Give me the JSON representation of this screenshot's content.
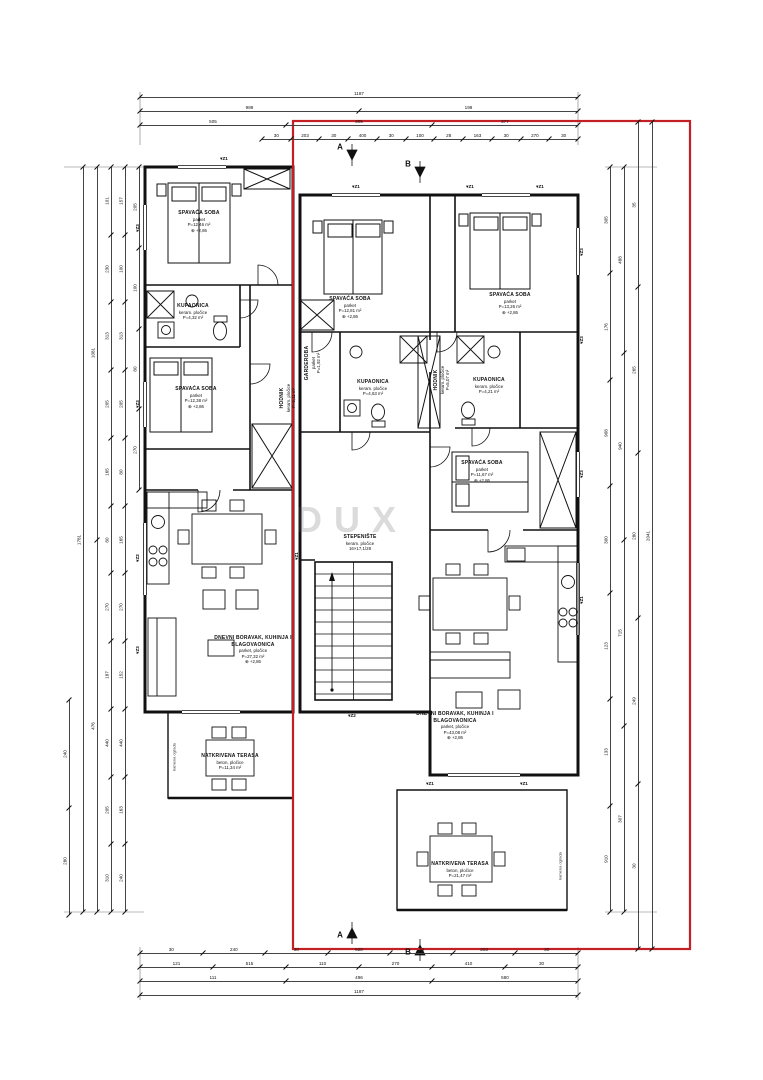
{
  "sheet": {
    "watermark": "DUX"
  },
  "boundary": {
    "color": "#c32026"
  },
  "sections": {
    "a": "A",
    "b": "B"
  },
  "edge_note": "kamena ograda",
  "rooms": [
    {
      "name": "SPAVAĆA SOBA",
      "finish": "parket",
      "area": "P=12,46 m²",
      "elev": "+2,86"
    },
    {
      "name": "KUPAONICA",
      "finish": "keram. pločice",
      "area": "P=4,32 m²"
    },
    {
      "name": "SPAVAĆA SOBA",
      "finish": "parket",
      "area": "P=12,38 m²",
      "elev": "+2,86"
    },
    {
      "name": "HODNIK",
      "finish": "keram. pločice",
      "area": "P=6,11 m²"
    },
    {
      "name": "SPAVAĆA SOBA",
      "finish": "parket",
      "area": "P=12,81 m²",
      "elev": "+2,86"
    },
    {
      "name": "KUPAONICA",
      "finish": "keram. pločice",
      "area": "P=4,63 m²"
    },
    {
      "name": "HODNIK",
      "finish": "keram. pločice",
      "area": "P=5,07 m²"
    },
    {
      "name": "KUPAONICA",
      "finish": "keram. pločice",
      "area": "P=4,21 m²"
    },
    {
      "name": "SPAVAĆA SOBA",
      "finish": "parket",
      "area": "P=13,26 m²",
      "elev": "+2,86"
    },
    {
      "name": "SPAVAĆA SOBA",
      "finish": "parket",
      "area": "P=11,67 m²",
      "elev": "+2,86"
    },
    {
      "name": "DNEVNI BORAVAK, KUHINJA I BLAGOVAONICA",
      "finish": "parket, pločice",
      "area": "P=27,32 m²",
      "elev": "+2,86"
    },
    {
      "name": "STEPENIŠTE",
      "finish": "keram. pločice",
      "note": "16×17,1/28"
    },
    {
      "name": "DNEVNI BORAVAK, KUHINJA I BLAGOVAONICA",
      "finish": "parket, pločice",
      "area": "P=43,08 m²",
      "elev": "+2,86"
    },
    {
      "name": "NATKRIVENA TERASA",
      "finish": "beton, pločice",
      "area": "P=11,34 m²"
    },
    {
      "name": "NATKRIVENA TERASA",
      "finish": "beton, pločice",
      "area": "P=21,47 m²"
    },
    {
      "name": "GARDEROBA",
      "finish": "parket",
      "area": "P=1,92 m²"
    }
  ],
  "zmarks": [
    "Z1",
    "Z1",
    "Z1",
    "Z1",
    "Z3",
    "Z3",
    "Z2",
    "Z3",
    "Z1",
    "Z3",
    "Z3",
    "Z1",
    "Z3",
    "Z2",
    "Z1",
    "Z1"
  ],
  "dims": {
    "t1": [
      "1187"
    ],
    "t2": [
      "989",
      "198"
    ],
    "t3": [
      "505",
      "305",
      "377"
    ],
    "t4": [
      "30",
      "203",
      "30",
      "400",
      "30",
      "100",
      "28",
      "163",
      "30",
      "270",
      "30"
    ],
    "b1": [
      "30",
      "240",
      "30",
      "620",
      "30",
      "203",
      "30"
    ],
    "b2": [
      "121",
      "515",
      "110",
      "270",
      "410",
      "30"
    ],
    "b3": [
      "111",
      "496",
      "580"
    ],
    "b4": [
      "1187"
    ],
    "l1": [
      "240",
      "280"
    ],
    "l2": [
      "1781"
    ],
    "l3": [
      "1081",
      "476"
    ],
    "l4": [
      "101",
      "230",
      "313",
      "205",
      "165",
      "80",
      "270",
      "187",
      "440",
      "205",
      "310"
    ],
    "l5": [
      "157",
      "100",
      "313",
      "205",
      "80",
      "165",
      "270",
      "152",
      "440",
      "163",
      "240"
    ],
    "l6": [
      "205",
      "100",
      "80",
      "270"
    ],
    "r1": [
      "305",
      "176",
      "908",
      "300",
      "123",
      "133",
      "910"
    ],
    "r2": [
      "488",
      "940",
      "715",
      "307"
    ],
    "r3": [
      "35",
      "265",
      "280",
      "249",
      "30"
    ],
    "r4": [
      "2041"
    ]
  }
}
